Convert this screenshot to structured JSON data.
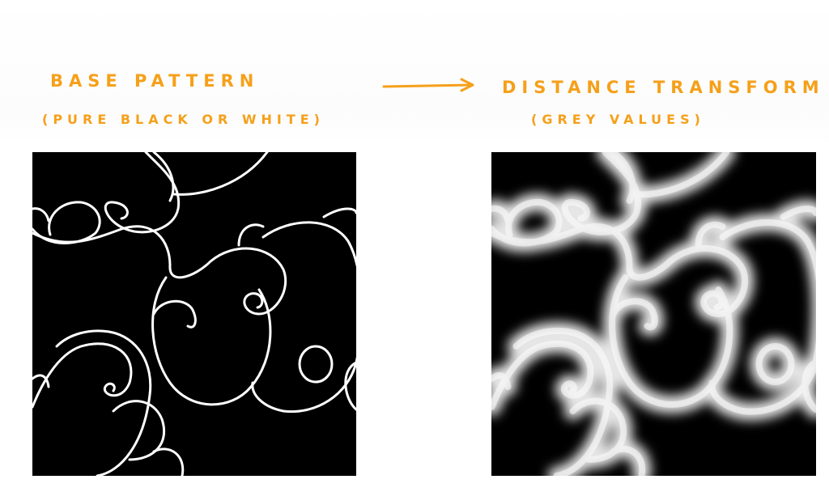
{
  "left_panel": {
    "title": "Base pattern",
    "subtitle": "(pure black or white)"
  },
  "right_panel": {
    "title": "Distance transform",
    "subtitle": "(grey values)"
  },
  "colors": {
    "annotation": "#f5a01a",
    "background": "#000000",
    "line": "#ffffff"
  },
  "icons": {
    "arrow": "right-arrow-icon"
  }
}
